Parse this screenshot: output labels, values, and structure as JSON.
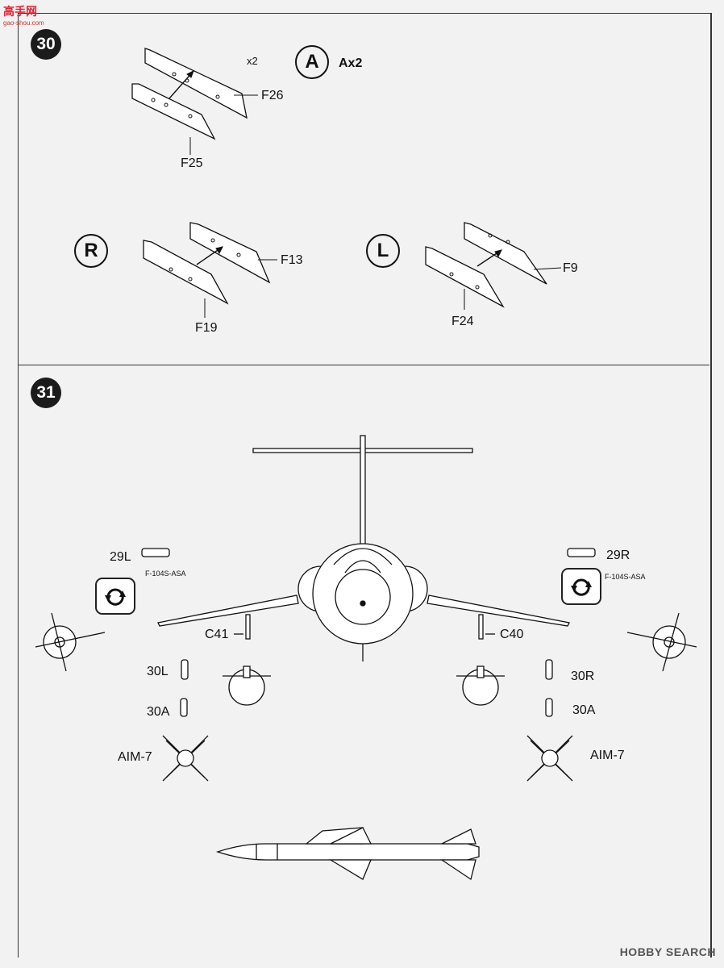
{
  "watermarks": {
    "top_site": "高手网",
    "top_url": "gao-shou.com",
    "bottom": "HOBBY SEARCH"
  },
  "step30": {
    "number": "30",
    "assembly_a": {
      "marker": "A",
      "qty_label": "Ax2",
      "times": "x2",
      "parts": [
        "F26",
        "F25"
      ]
    },
    "assembly_r": {
      "marker": "R",
      "parts": [
        "F13",
        "F19"
      ]
    },
    "assembly_l": {
      "marker": "L",
      "parts": [
        "F9",
        "F24"
      ]
    }
  },
  "step31": {
    "number": "31",
    "left": {
      "ref": "29L",
      "variant": "F-104S-ASA",
      "pylon": "C41",
      "launcher": "30L",
      "adapter": "30A",
      "missile": "AIM-7"
    },
    "right": {
      "ref": "29R",
      "variant": "F-104S-ASA",
      "pylon": "C40",
      "launcher": "30R",
      "adapter": "30A",
      "missile": "AIM-7"
    }
  },
  "icons": [
    "rotate-icon",
    "arrow-icon"
  ]
}
